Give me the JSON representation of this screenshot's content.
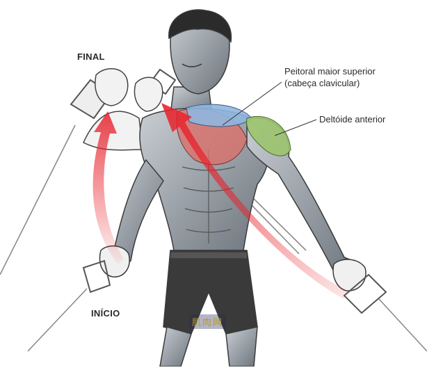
{
  "labels": {
    "final": "FINAL",
    "inicio": "INÍCIO",
    "peitoral_line1": "Peitoral maior superior",
    "peitoral_line2": "(cabeça clavicular)",
    "deltoide": "Deltóide anterior"
  },
  "watermark": "肌肉网",
  "colors": {
    "arrow": "#e8202a",
    "pectoral": "#d9716b",
    "clavicular_head": "#8fb6e0",
    "deltoid": "#9cc46e",
    "skin": "#9aa1a8",
    "shorts": "#3a3a3a",
    "hair": "#2b2b2b"
  }
}
